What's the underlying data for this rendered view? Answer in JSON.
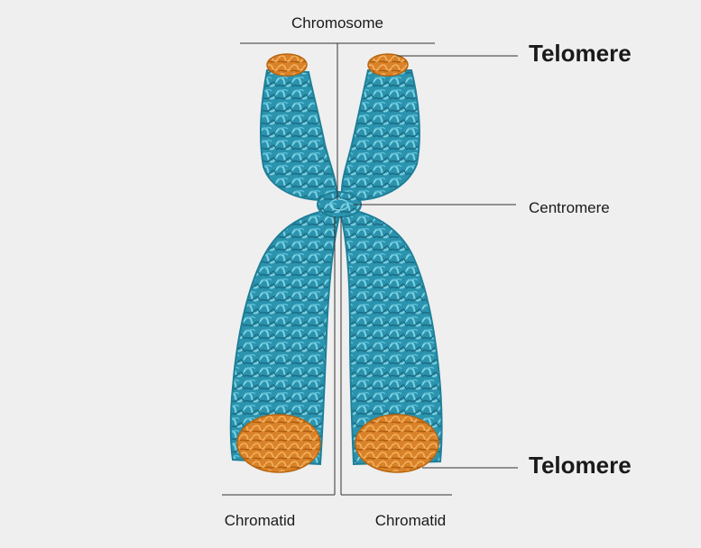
{
  "labels": {
    "chromosome": "Chromosome",
    "telomere_top": "Telomere",
    "centromere": "Centromere",
    "telomere_bottom": "Telomere",
    "chromatid_left": "Chromatid",
    "chromatid_right": "Chromatid"
  },
  "colors": {
    "background": "#efefef",
    "chromatin_dark": "#1f7f98",
    "chromatin_mid": "#3aa5c0",
    "chromatin_light": "#7fd3e3",
    "telomere_dark": "#b8650f",
    "telomere_mid": "#e08a2a",
    "telomere_light": "#f4b25e",
    "line": "#333333"
  }
}
